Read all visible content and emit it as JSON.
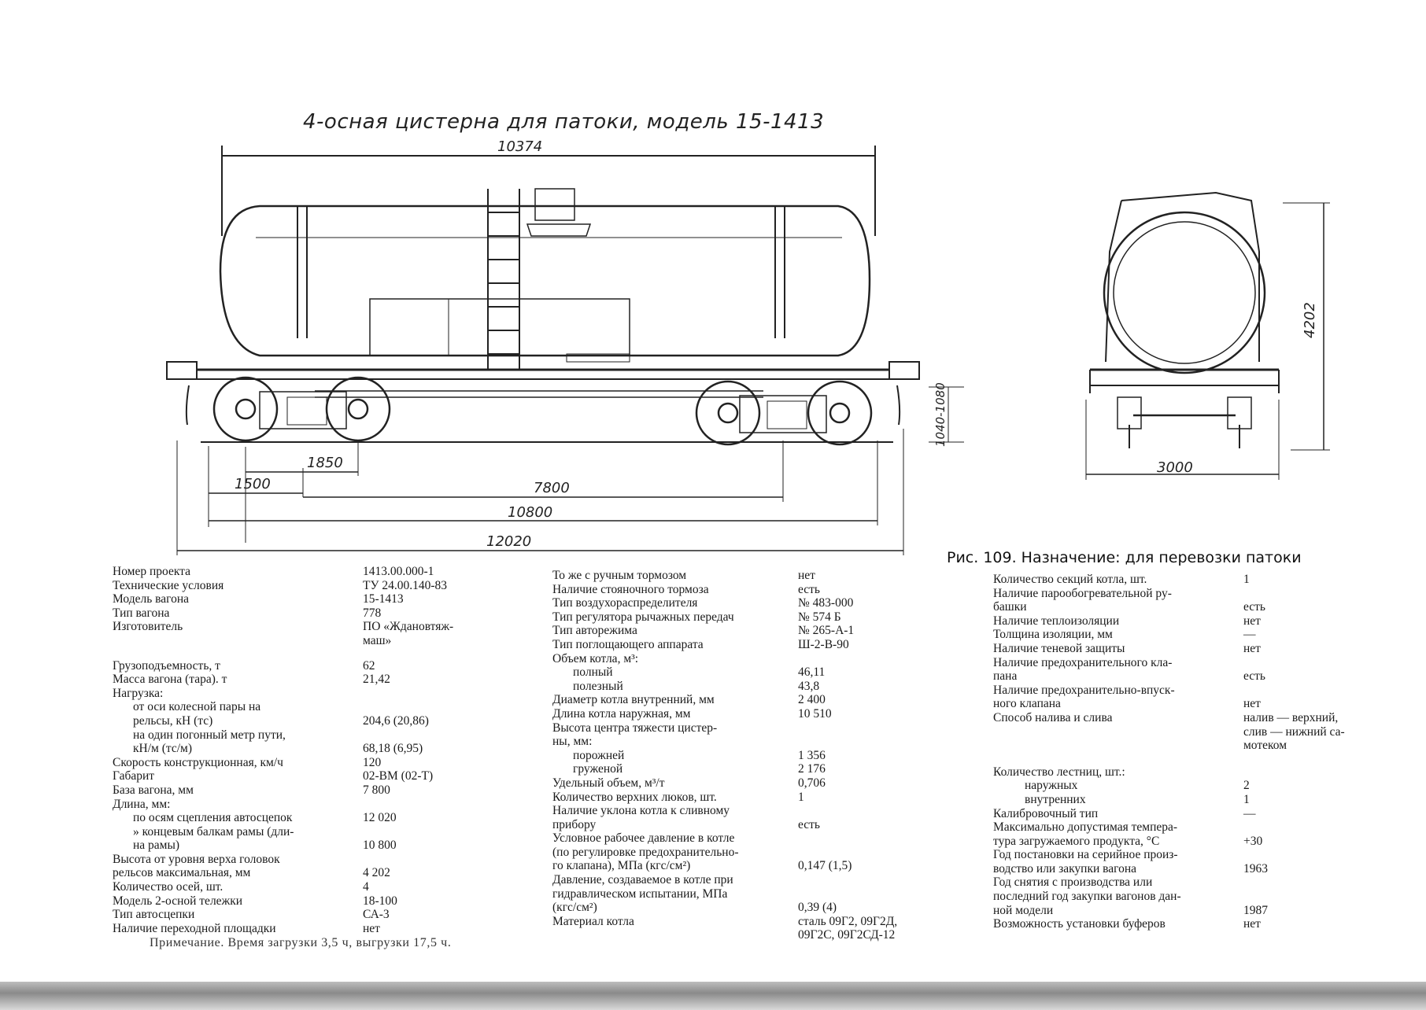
{
  "drawing": {
    "title": "4-осная цистерна для патоки, модель 15-1413",
    "dims": {
      "top_length": "10374",
      "bogie_base": "1850",
      "overhang": "1500",
      "wheelbase": "7800",
      "frame_length": "10800",
      "coupler_length": "12020",
      "coupler_height": "1040-1080",
      "height": "4202",
      "width": "3000"
    }
  },
  "caption": "Рис. 109. Назначение: для перевозки патоки",
  "col1": [
    {
      "label": "Номер проекта",
      "value": "1413.00.000-1"
    },
    {
      "label": "Технические условия",
      "value": "ТУ 24.00.140-83"
    },
    {
      "label": "Модель вагона",
      "value": "15-1413"
    },
    {
      "label": "Тип вагона",
      "value": "778"
    },
    {
      "label": "Изготовитель",
      "value": "ПО «Ждановтяж-\nмаш»"
    },
    {
      "label": "Грузоподъемность, т",
      "value": "62"
    },
    {
      "label": "Масса вагона (тара). т",
      "value": "21,42"
    },
    {
      "label": "Нагрузка:",
      "value": ""
    },
    {
      "label": "от оси колесной пары на\nрельсы, кН (тс)",
      "value": "\n204,6 (20,86)"
    },
    {
      "label": "на один погонный метр пути,\nкН/м (тс/м)",
      "value": "\n68,18 (6,95)"
    },
    {
      "label": "Скорость конструкционная, км/ч",
      "value": "120"
    },
    {
      "label": "Габарит",
      "value": "02-ВМ (02-Т)"
    },
    {
      "label": "База вагона, мм",
      "value": "7 800"
    },
    {
      "label": "Длина, мм:",
      "value": ""
    },
    {
      "label": "по осям сцепления автосцепок",
      "value": "12 020"
    },
    {
      "label": "» концевым балкам рамы (дли-\nна рамы)",
      "value": "\n10 800"
    },
    {
      "label": "Высота от уровня верха головок\nрельсов максимальная, мм",
      "value": "\n4 202"
    },
    {
      "label": "Количество осей, шт.",
      "value": "4"
    },
    {
      "label": "Модель 2-осной тележки",
      "value": "18-100"
    },
    {
      "label": "Тип автосцепки",
      "value": "СА-3"
    },
    {
      "label": "Наличие переходной площадки",
      "value": "нет"
    }
  ],
  "col2": [
    {
      "label": "То же с ручным тормозом",
      "value": "нет"
    },
    {
      "label": "Наличие стояночного тормоза",
      "value": "есть"
    },
    {
      "label": "Тип воздухораспределителя",
      "value": "№ 483-000"
    },
    {
      "label": "Тип регулятора рычажных передач",
      "value": "№ 574 Б"
    },
    {
      "label": "Тип авторежима",
      "value": "№ 265-А-1"
    },
    {
      "label": "Тип поглощающего аппарата",
      "value": "Ш-2-В-90"
    },
    {
      "label": "Объем котла, м³:",
      "value": ""
    },
    {
      "label": "полный",
      "value": "46,11"
    },
    {
      "label": "полезный",
      "value": "43,8"
    },
    {
      "label": "Диаметр котла внутренний, мм",
      "value": "2 400"
    },
    {
      "label": "Длина котла наружная, мм",
      "value": "10 510"
    },
    {
      "label": "Высота центра тяжести цистер-\nны, мм:",
      "value": ""
    },
    {
      "label": "порожней",
      "value": "1 356"
    },
    {
      "label": "груженой",
      "value": "2 176"
    },
    {
      "label": "Удельный объем, м³/т",
      "value": "0,706"
    },
    {
      "label": "Количество верхних люков, шт.",
      "value": "1"
    },
    {
      "label": "Наличие уклона котла к сливному\nприбору",
      "value": "\nесть"
    },
    {
      "label": "Условное рабочее давление в котле\n(по регулировке предохранительно-\nго клапана), МПа (кгс/см²)",
      "value": "\n\n0,147 (1,5)"
    },
    {
      "label": "Давление, создаваемое в котле при\nгидравлическом испытании, МПа\n(кгс/см²)",
      "value": "\n\n0,39 (4)"
    },
    {
      "label": "Материал котла",
      "value": "сталь 09Г2, 09Г2Д,\n09Г2С, 09Г2СД-12"
    }
  ],
  "col3": [
    {
      "label": "Количество секций котла, шт.",
      "value": "1"
    },
    {
      "label": "Наличие парообогревательной ру-\nбашки",
      "value": "\nесть"
    },
    {
      "label": "Наличие теплоизоляции",
      "value": "нет"
    },
    {
      "label": "Толщина изоляции, мм",
      "value": "—"
    },
    {
      "label": "Наличие теневой защиты",
      "value": "нет"
    },
    {
      "label": "Наличие предохранительного кла-\nпана",
      "value": "\nесть"
    },
    {
      "label": "Наличие предохранительно-впуск-\nного клапана",
      "value": "\nнет"
    },
    {
      "label": "Способ налива и слива",
      "value": "налив — верхний,\nслив — нижний са-\nмотеком"
    },
    {
      "label": "Количество лестниц, шт.:",
      "value": ""
    },
    {
      "label": "наружных",
      "value": "2"
    },
    {
      "label": "внутренних",
      "value": "1"
    },
    {
      "label": "Калибровочный тип",
      "value": "—"
    },
    {
      "label": "Максимально допустимая темпера-\nтура загружаемого продукта, °С",
      "value": "\n+30"
    },
    {
      "label": "Год постановки на серийное произ-\nводство или закупки вагона",
      "value": "\n1963"
    },
    {
      "label": "Год снятия с производства или\nпоследний год закупки вагонов дан-\nной модели",
      "value": "\n\n1987"
    },
    {
      "label": "Возможность установки буферов",
      "value": "нет"
    }
  ],
  "note": "Примечание. Время загрузки 3,5 ч, выгрузки 17,5 ч."
}
